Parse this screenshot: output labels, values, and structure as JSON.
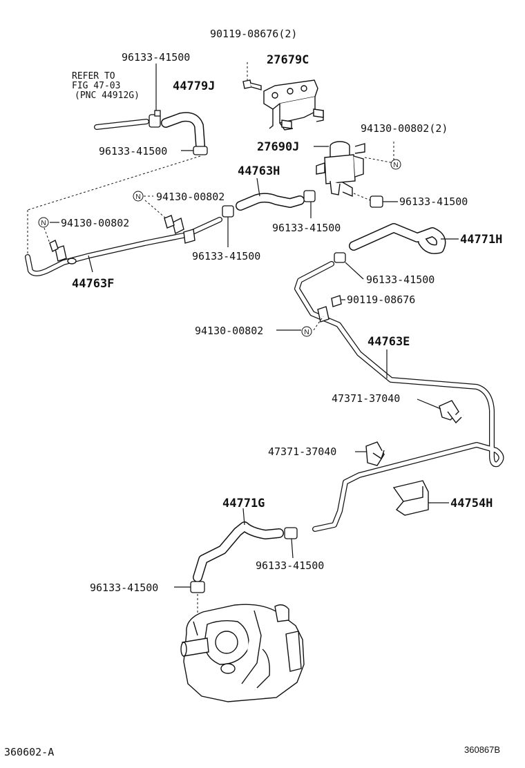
{
  "labels": {
    "bolt_top": "90119-08676(2)",
    "clamp_1": "96133-41500",
    "bracket_27679c": "27679C",
    "refer_line1": "REFER TO",
    "refer_line2": "FIG 47-03",
    "refer_line3": "(PNC 44912G)",
    "hose_44779j": "44779J",
    "clamp_2": "96133-41500",
    "nut_2": "94130-00802(2)",
    "vsv_27690j": "27690J",
    "hose_44763h": "44763H",
    "nut_1": "94130-00802",
    "clamp_3": "96133-41500",
    "nut_3": "94130-00802",
    "clamp_4": "96133-41500",
    "hose_44771h": "44771H",
    "clamp_5": "96133-41500",
    "pipe_44763f": "44763F",
    "clamp_6": "96133-41500",
    "bolt_2": "90119-08676",
    "nut_4": "94130-00802",
    "pipe_44763e": "44763E",
    "clip_1": "47371-37040",
    "clip_2": "47371-37040",
    "bracket_44754h": "44754H",
    "hose_44771g": "44771G",
    "clamp_7": "96133-41500",
    "clamp_8": "96133-41500"
  },
  "nut_symbol": "N",
  "footer": {
    "left_code": "360602-A",
    "right_code": "360867B"
  }
}
